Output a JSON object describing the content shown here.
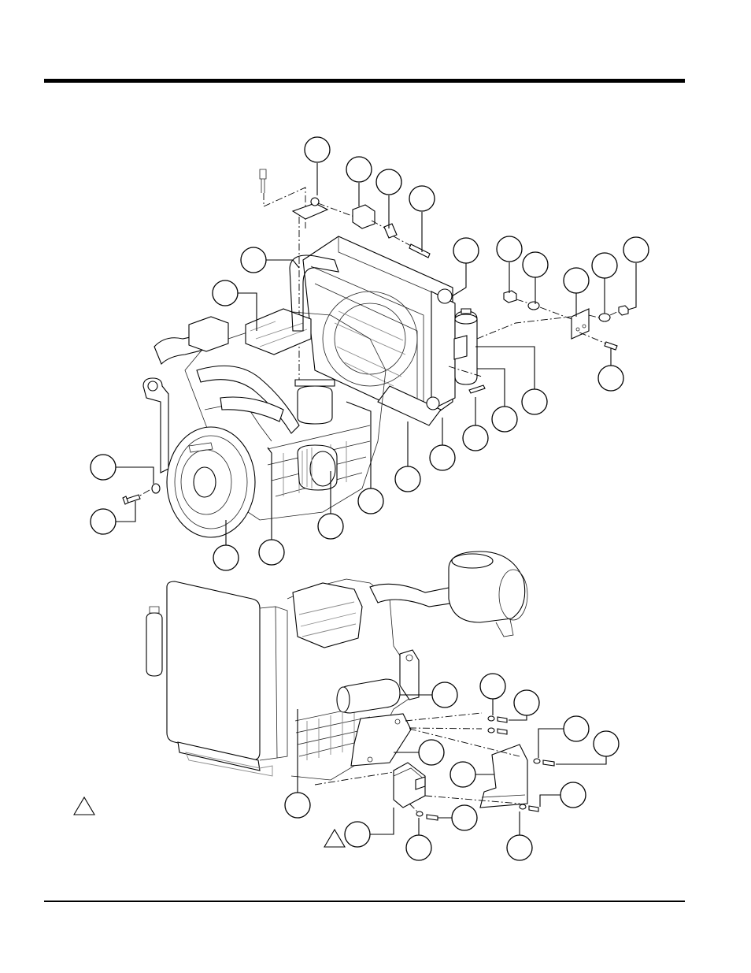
{
  "page": {
    "top_rule": "header-rule",
    "bottom_rule": "footer-rule"
  },
  "callouts": [
    {
      "id": "c-top-1"
    },
    {
      "id": "c-top-2"
    },
    {
      "id": "c-top-3"
    },
    {
      "id": "c-top-4"
    },
    {
      "id": "c-top-5"
    },
    {
      "id": "c-top-6"
    },
    {
      "id": "c-top-7"
    },
    {
      "id": "c-top-8"
    },
    {
      "id": "c-top-9"
    },
    {
      "id": "c-top-10"
    },
    {
      "id": "c-top-11"
    },
    {
      "id": "c-top-12"
    },
    {
      "id": "c-top-13"
    },
    {
      "id": "c-top-14"
    },
    {
      "id": "c-top-15"
    },
    {
      "id": "c-top-16"
    },
    {
      "id": "c-top-17"
    },
    {
      "id": "c-top-18"
    },
    {
      "id": "c-top-19"
    },
    {
      "id": "c-top-20"
    },
    {
      "id": "c-top-21"
    },
    {
      "id": "c-top-22"
    },
    {
      "id": "c-top-23"
    },
    {
      "id": "c-top-24"
    },
    {
      "id": "c-top-25"
    },
    {
      "id": "c-bot-1"
    },
    {
      "id": "c-bot-2"
    },
    {
      "id": "c-bot-3"
    },
    {
      "id": "c-bot-4"
    },
    {
      "id": "c-bot-5"
    },
    {
      "id": "c-bot-6"
    },
    {
      "id": "c-bot-7"
    },
    {
      "id": "c-bot-8"
    },
    {
      "id": "c-bot-9"
    },
    {
      "id": "c-bot-10"
    },
    {
      "id": "c-bot-11"
    },
    {
      "id": "c-bot-12"
    },
    {
      "id": "c-bot-13"
    }
  ],
  "notes": {
    "warning_triangle_count": 2
  }
}
